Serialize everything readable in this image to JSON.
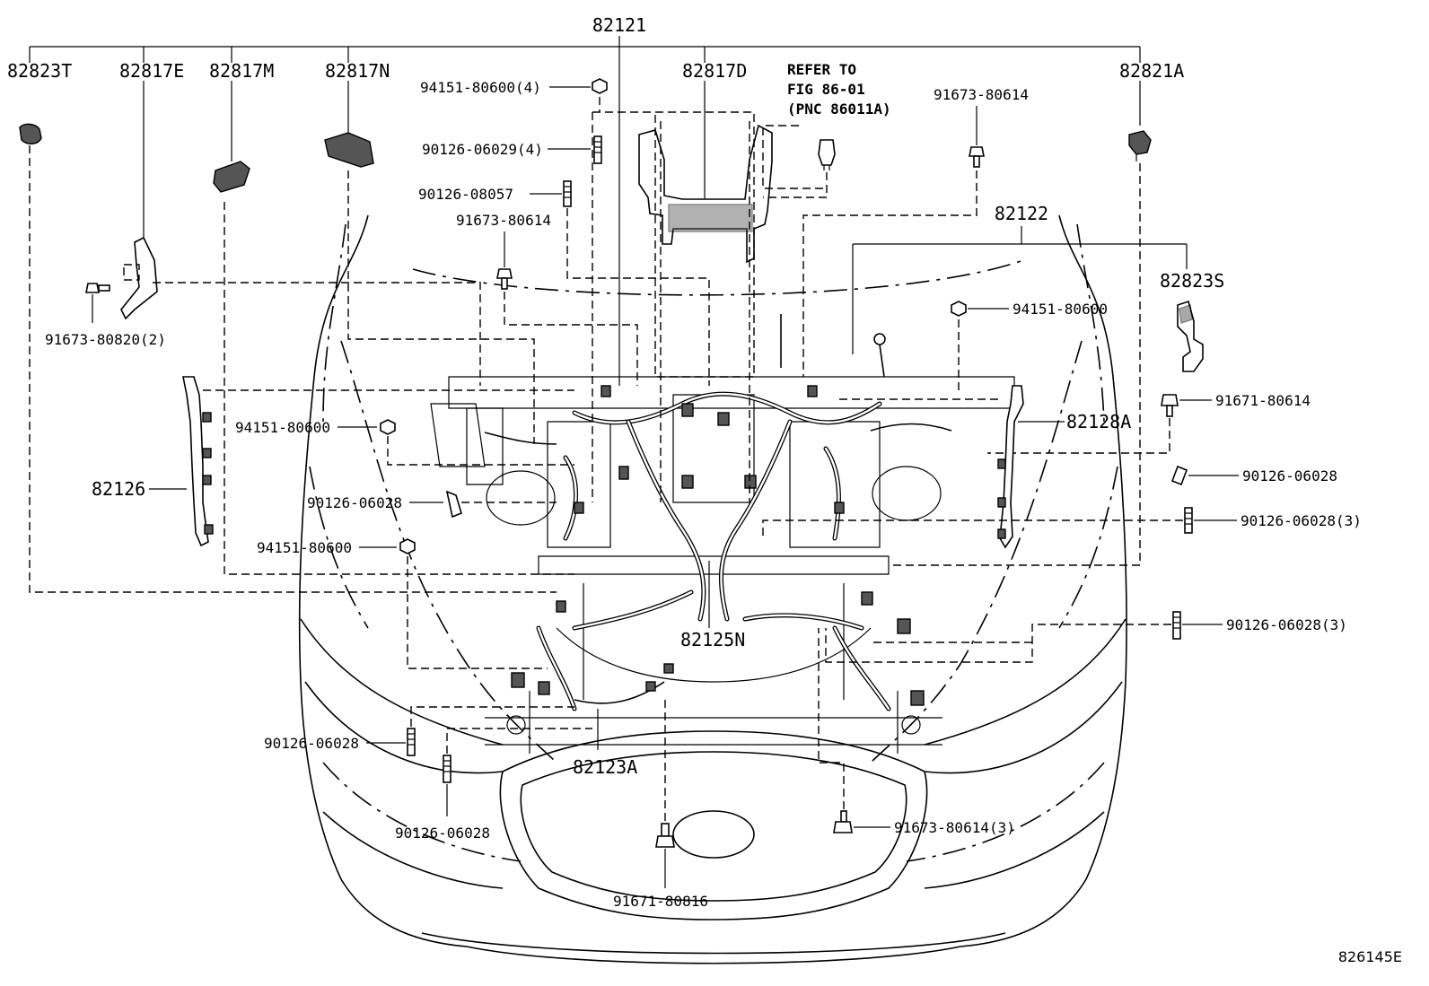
{
  "diagram_code": "826145E",
  "refer_note": {
    "line1": "REFER TO",
    "line2": "FIG 86-01",
    "line3": "(PNC 86011A)"
  },
  "labels": {
    "p82121": "82121",
    "p82823T": "82823T",
    "p82817E": "82817E",
    "p82817M": "82817M",
    "p82817N": "82817N",
    "p82817D": "82817D",
    "p82821A": "82821A",
    "p82122": "82122",
    "p82823S": "82823S",
    "p82128A": "82128A",
    "p82126": "82126",
    "p82125N": "82125N",
    "p82123A": "82123A",
    "f94151_80600_4": "94151-80600(4)",
    "f90126_06029_4": "90126-06029(4)",
    "f90126_08057": "90126-08057",
    "f91673_80614_a": "91673-80614",
    "f91673_80614_b": "91673-80614",
    "f91673_80820_2": "91673-80820(2)",
    "f94151_80600_a": "94151-80600",
    "f94151_80600_b": "94151-80600",
    "f94151_80600_c": "94151-80600",
    "f91671_80614": "91671-80614",
    "f90126_06028_a": "90126-06028",
    "f90126_06028_b": "90126-06028",
    "f90126_06028_3a": "90126-06028(3)",
    "f90126_06028_3b": "90126-06028(3)",
    "f90126_06028_c": "90126-06028",
    "f90126_06028_d": "90126-06028",
    "f91673_80614_3": "91673-80614(3)",
    "f91671_80816": "91671-80816"
  }
}
